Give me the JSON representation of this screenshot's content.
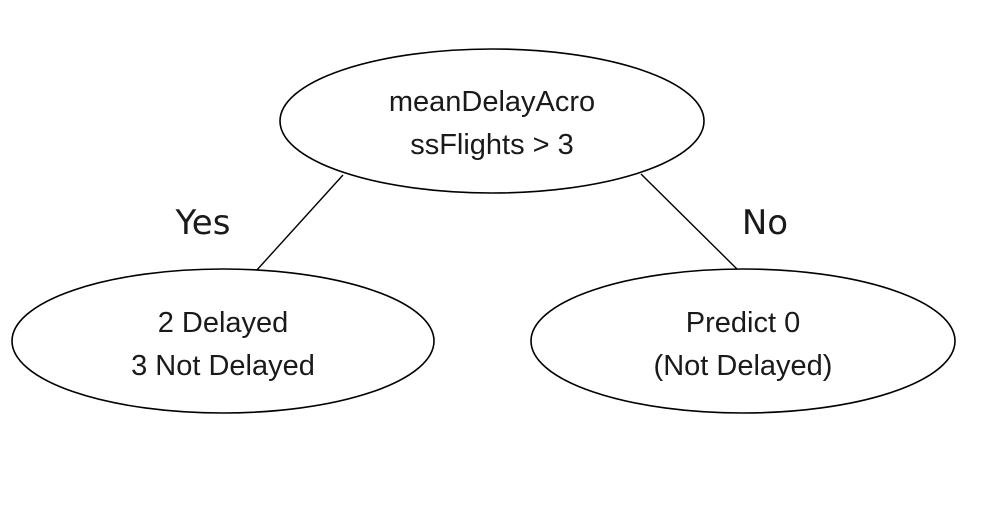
{
  "tree": {
    "root": {
      "lines": [
        "meanDelayAcro",
        "ssFlights > 3"
      ]
    },
    "edges": {
      "left_label": "Yes",
      "right_label": "No"
    },
    "left_leaf": {
      "lines": [
        "2 Delayed",
        "3 Not Delayed"
      ]
    },
    "right_leaf": {
      "lines": [
        "Predict 0",
        "(Not Delayed)"
      ]
    }
  }
}
